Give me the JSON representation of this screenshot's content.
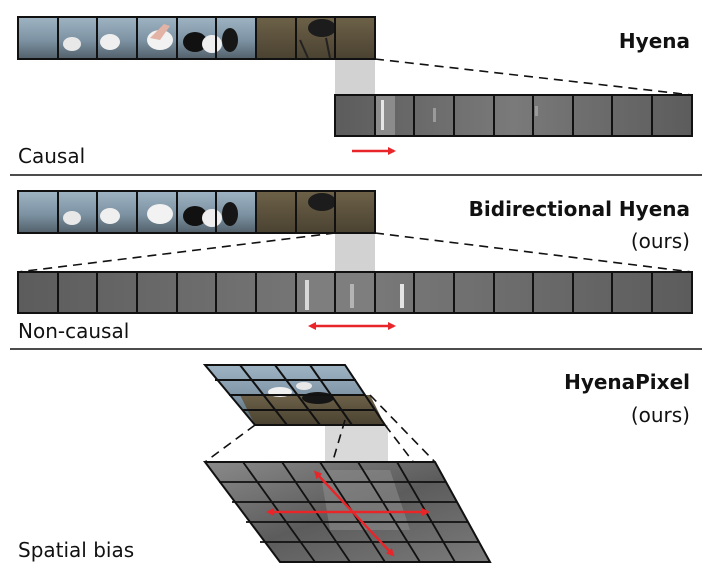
{
  "panels": [
    {
      "title": "Hyena",
      "subtitle": "",
      "mode": "Causal"
    },
    {
      "title": "Bidirectional Hyena",
      "subtitle": "(ours)",
      "mode": "Non-causal"
    },
    {
      "title": "HyenaPixel",
      "subtitle": "(ours)",
      "mode": "Spatial bias"
    }
  ],
  "colors": {
    "arrow": "#e8262a",
    "frame_border": "#111111",
    "highlight": "#d2d2d2",
    "filter_bg": "#6e6e6e"
  }
}
